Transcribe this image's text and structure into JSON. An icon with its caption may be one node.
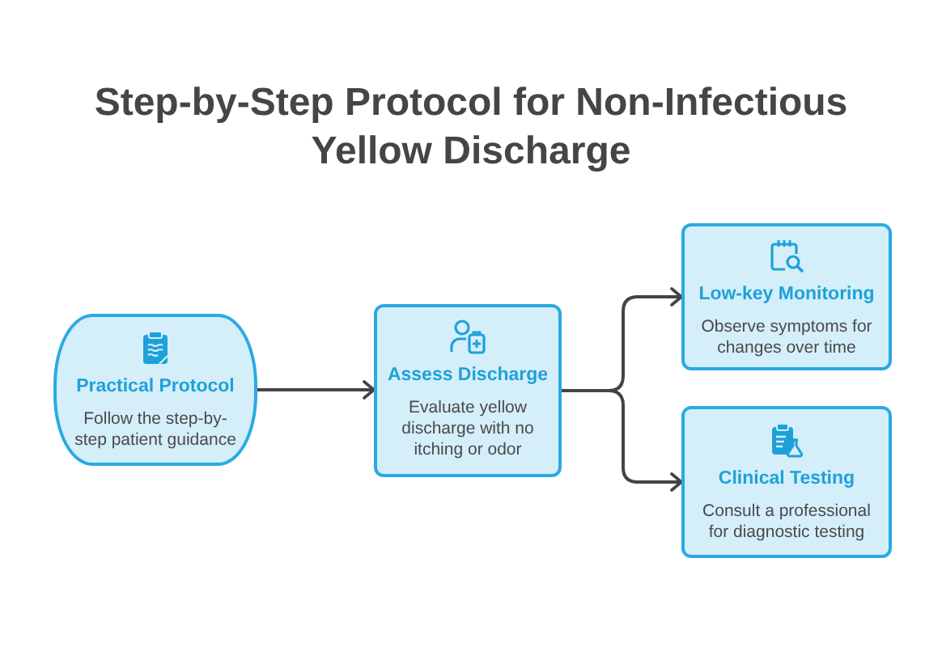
{
  "diagram": {
    "title": "Step-by-Step Protocol for Non-Infectious Yellow Discharge",
    "nodes": [
      {
        "text": [
          "Practical Protocol",
          "Follow the step-by-step patient guidance"
        ]
      },
      {
        "text": [
          "Assess Discharge",
          "Evaluate yellow discharge with no itching or odor"
        ]
      },
      {
        "text": [
          "Low-key Monitoring",
          "Observe symptoms for changes over time"
        ]
      },
      {
        "text": [
          "Clinical Testing",
          "Consult a professional for diagnostic testing"
        ]
      }
    ],
    "edges": [
      {
        "from": 0,
        "to": 1,
        "arrow": "to"
      },
      {
        "from": 1,
        "to": 2,
        "arrow": "to"
      },
      {
        "from": 1,
        "to": 3,
        "arrow": "to"
      }
    ]
  }
}
